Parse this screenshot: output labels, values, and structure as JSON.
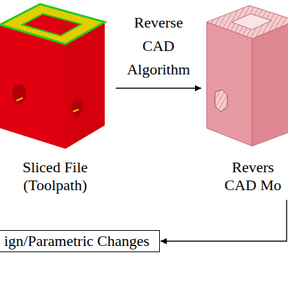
{
  "diagram": {
    "nodes": [
      {
        "text": [
          "Sliced File (Toolpath)"
        ]
      },
      {
        "text": [
          "Revers CAD Mo"
        ]
      },
      {
        "text": [
          "ign/Parametric Changes"
        ]
      }
    ],
    "edges": [
      {
        "from": 0,
        "to": 1,
        "arrow": "to",
        "label": "Reverse CAD Algorithm"
      },
      {
        "from": 1,
        "to": 2,
        "arrow": "to"
      }
    ]
  }
}
